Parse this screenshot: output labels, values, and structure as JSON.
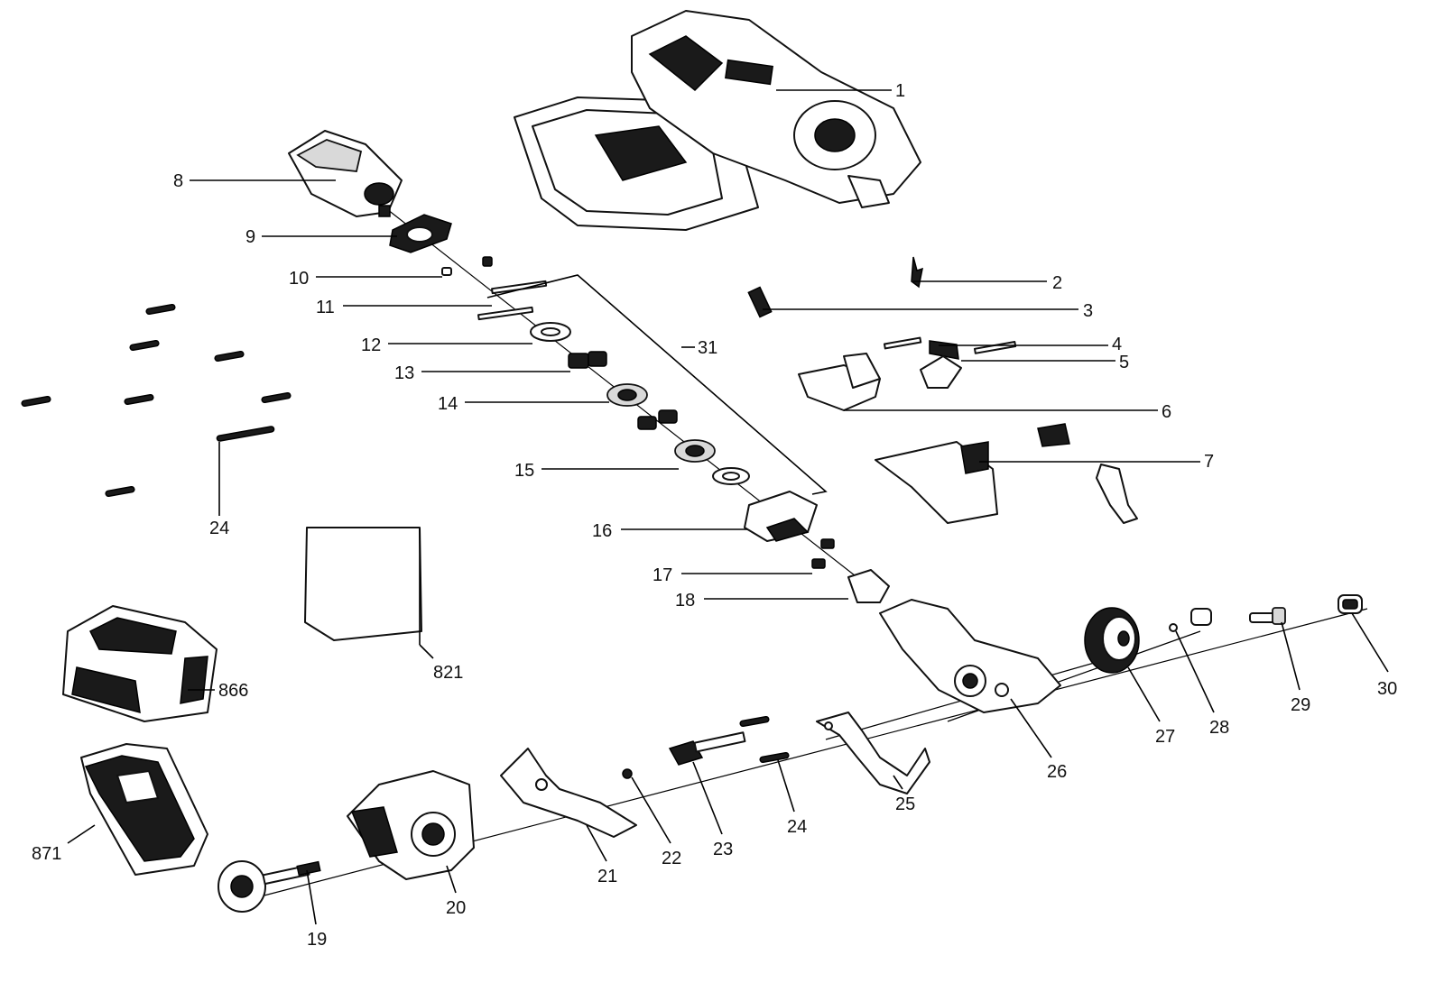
{
  "diagram": {
    "callouts": [
      {
        "id": "p1",
        "label": "1"
      },
      {
        "id": "p2",
        "label": "2"
      },
      {
        "id": "p3",
        "label": "3"
      },
      {
        "id": "p4",
        "label": "4"
      },
      {
        "id": "p5",
        "label": "5"
      },
      {
        "id": "p6",
        "label": "6"
      },
      {
        "id": "p7",
        "label": "7"
      },
      {
        "id": "p8",
        "label": "8"
      },
      {
        "id": "p9",
        "label": "9"
      },
      {
        "id": "p10",
        "label": "10"
      },
      {
        "id": "p11",
        "label": "11"
      },
      {
        "id": "p12",
        "label": "12"
      },
      {
        "id": "p13",
        "label": "13"
      },
      {
        "id": "p14",
        "label": "14"
      },
      {
        "id": "p15",
        "label": "15"
      },
      {
        "id": "p16",
        "label": "16"
      },
      {
        "id": "p17",
        "label": "17"
      },
      {
        "id": "p18",
        "label": "18"
      },
      {
        "id": "p19",
        "label": "19"
      },
      {
        "id": "p20",
        "label": "20"
      },
      {
        "id": "p21",
        "label": "21"
      },
      {
        "id": "p22",
        "label": "22"
      },
      {
        "id": "p23",
        "label": "23"
      },
      {
        "id": "p24a",
        "label": "24"
      },
      {
        "id": "p24b",
        "label": "24"
      },
      {
        "id": "p25",
        "label": "25"
      },
      {
        "id": "p26",
        "label": "26"
      },
      {
        "id": "p27",
        "label": "27"
      },
      {
        "id": "p28",
        "label": "28"
      },
      {
        "id": "p29",
        "label": "29"
      },
      {
        "id": "p30",
        "label": "30"
      },
      {
        "id": "p31",
        "label": "31"
      },
      {
        "id": "p821",
        "label": "821"
      },
      {
        "id": "p866",
        "label": "866"
      },
      {
        "id": "p871",
        "label": "871"
      }
    ]
  }
}
